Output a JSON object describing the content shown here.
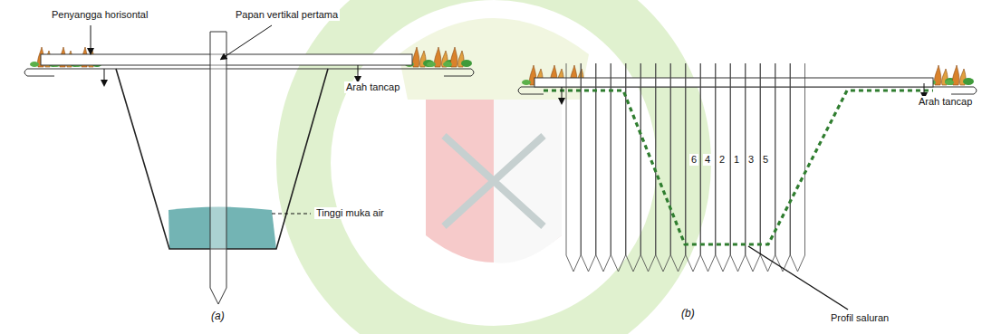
{
  "diagram": {
    "labels": [
      "Penyangga horisontal",
      "Papan vertikal pertama",
      "Arah tancap",
      "Tinggi muka air",
      "(a)",
      "6",
      "4",
      "2",
      "1",
      "3",
      "5",
      "Arah tancap",
      "(b)",
      "Profil saluran"
    ]
  }
}
